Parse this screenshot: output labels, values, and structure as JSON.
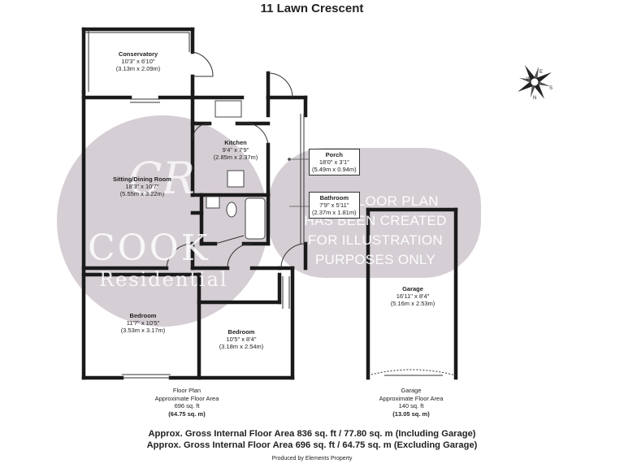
{
  "title": "11 Lawn Crescent",
  "rooms": {
    "conservatory": {
      "name": "Conservatory",
      "imperial": "10'3\" x 6'10\"",
      "metric": "(3.13m x 2.09m)"
    },
    "kitchen": {
      "name": "Kitchen",
      "imperial": "9'4\" x 7'9\"",
      "metric": "(2.85m x 2.37m)"
    },
    "sitting": {
      "name": "Sitting/Dining Room",
      "imperial": "18'3\" x 10'7\"",
      "metric": "(5.55m x 3.22m)"
    },
    "porch": {
      "name": "Porch",
      "imperial": "18'0\" x 3'1\"",
      "metric": "(5.49m x 0.94m)"
    },
    "bathroom": {
      "name": "Bathroom",
      "imperial": "7'9\" x 5'11\"",
      "metric": "(2.37m x 1.81m)"
    },
    "garage": {
      "name": "Garage",
      "imperial": "16'11\" x 8'4\"",
      "metric": "(5.16m x 2.53m)"
    },
    "bedroom1": {
      "name": "Bedroom",
      "imperial": "11'7\" x 10'5\"",
      "metric": "(3.53m x 3.17m)"
    },
    "bedroom2": {
      "name": "Bedroom",
      "imperial": "10'5\" x 8'4\"",
      "metric": "(3.18m x 2.54m)"
    }
  },
  "floor_area": {
    "line1": "Floor Plan",
    "line2": "Approximate Floor Area",
    "line3": "696 sq. ft",
    "line4": "(64.75 sq. m)"
  },
  "garage_area": {
    "line1": "Garage",
    "line2": "Approximate Floor Area",
    "line3": "140 sq. ft",
    "line4": "(13.05 sq. m)"
  },
  "totals": {
    "including": "Approx. Gross Internal Floor Area 836 sq. ft / 77.80 sq. m (Including Garage)",
    "excluding": "Approx. Gross Internal Floor Area 696 sq. ft / 64.75 sq. m (Excluding Garage)"
  },
  "producer": "Produced by Elements Property",
  "watermark": {
    "monogram": "CR",
    "brand1": "COOK",
    "brand2": "Residential",
    "disclaimer1": "THIS FLOOR PLAN",
    "disclaimer2": "HAS BEEN CREATED",
    "disclaimer3": "FOR ILLUSTRATION",
    "disclaimer4": "PURPOSES ONLY"
  },
  "compass": {
    "labels": [
      "N",
      "S",
      "E",
      "W"
    ]
  },
  "colors": {
    "wall": "#1a1a1a",
    "watermark": "#bdb3bc",
    "line": "#333333"
  }
}
